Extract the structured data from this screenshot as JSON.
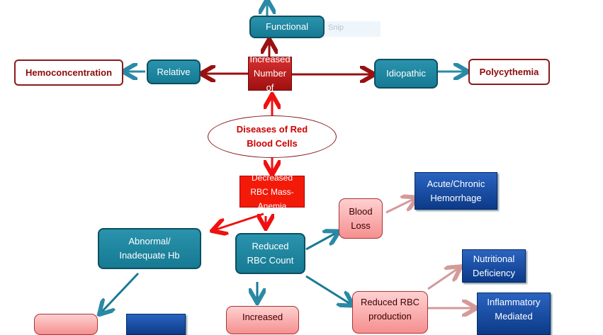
{
  "overlay": {
    "text": "Snip"
  },
  "nodes": {
    "functional": "Functional",
    "relative": "Relative",
    "hemoconcentration": "Hemoconcentration",
    "increased_number": "Increased Number of",
    "idiopathic": "Idiopathic",
    "polycythemia": "Polycythemia",
    "diseases": "Diseases of Red Blood Cells",
    "decreased": "Decreased RBC Mass- Anemia",
    "abnormal_hb": "Abnormal/ Inadequate Hb",
    "reduced_count": "Reduced RBC Count",
    "blood_loss": "Blood Loss",
    "hemorrhage": "Acute/Chronic Hemorrhage",
    "nutritional": "Nutritional Deficiency",
    "reduced_production": "Reduced RBC production",
    "inflammatory": "Inflammatory Mediated",
    "increased_destruction": "Increased"
  },
  "colors": {
    "teal": "#1a85a0",
    "dark_red": "#a01010",
    "bright_red": "#f41a0a",
    "pink": "#f8b0b0",
    "blue": "#0c3a88"
  }
}
